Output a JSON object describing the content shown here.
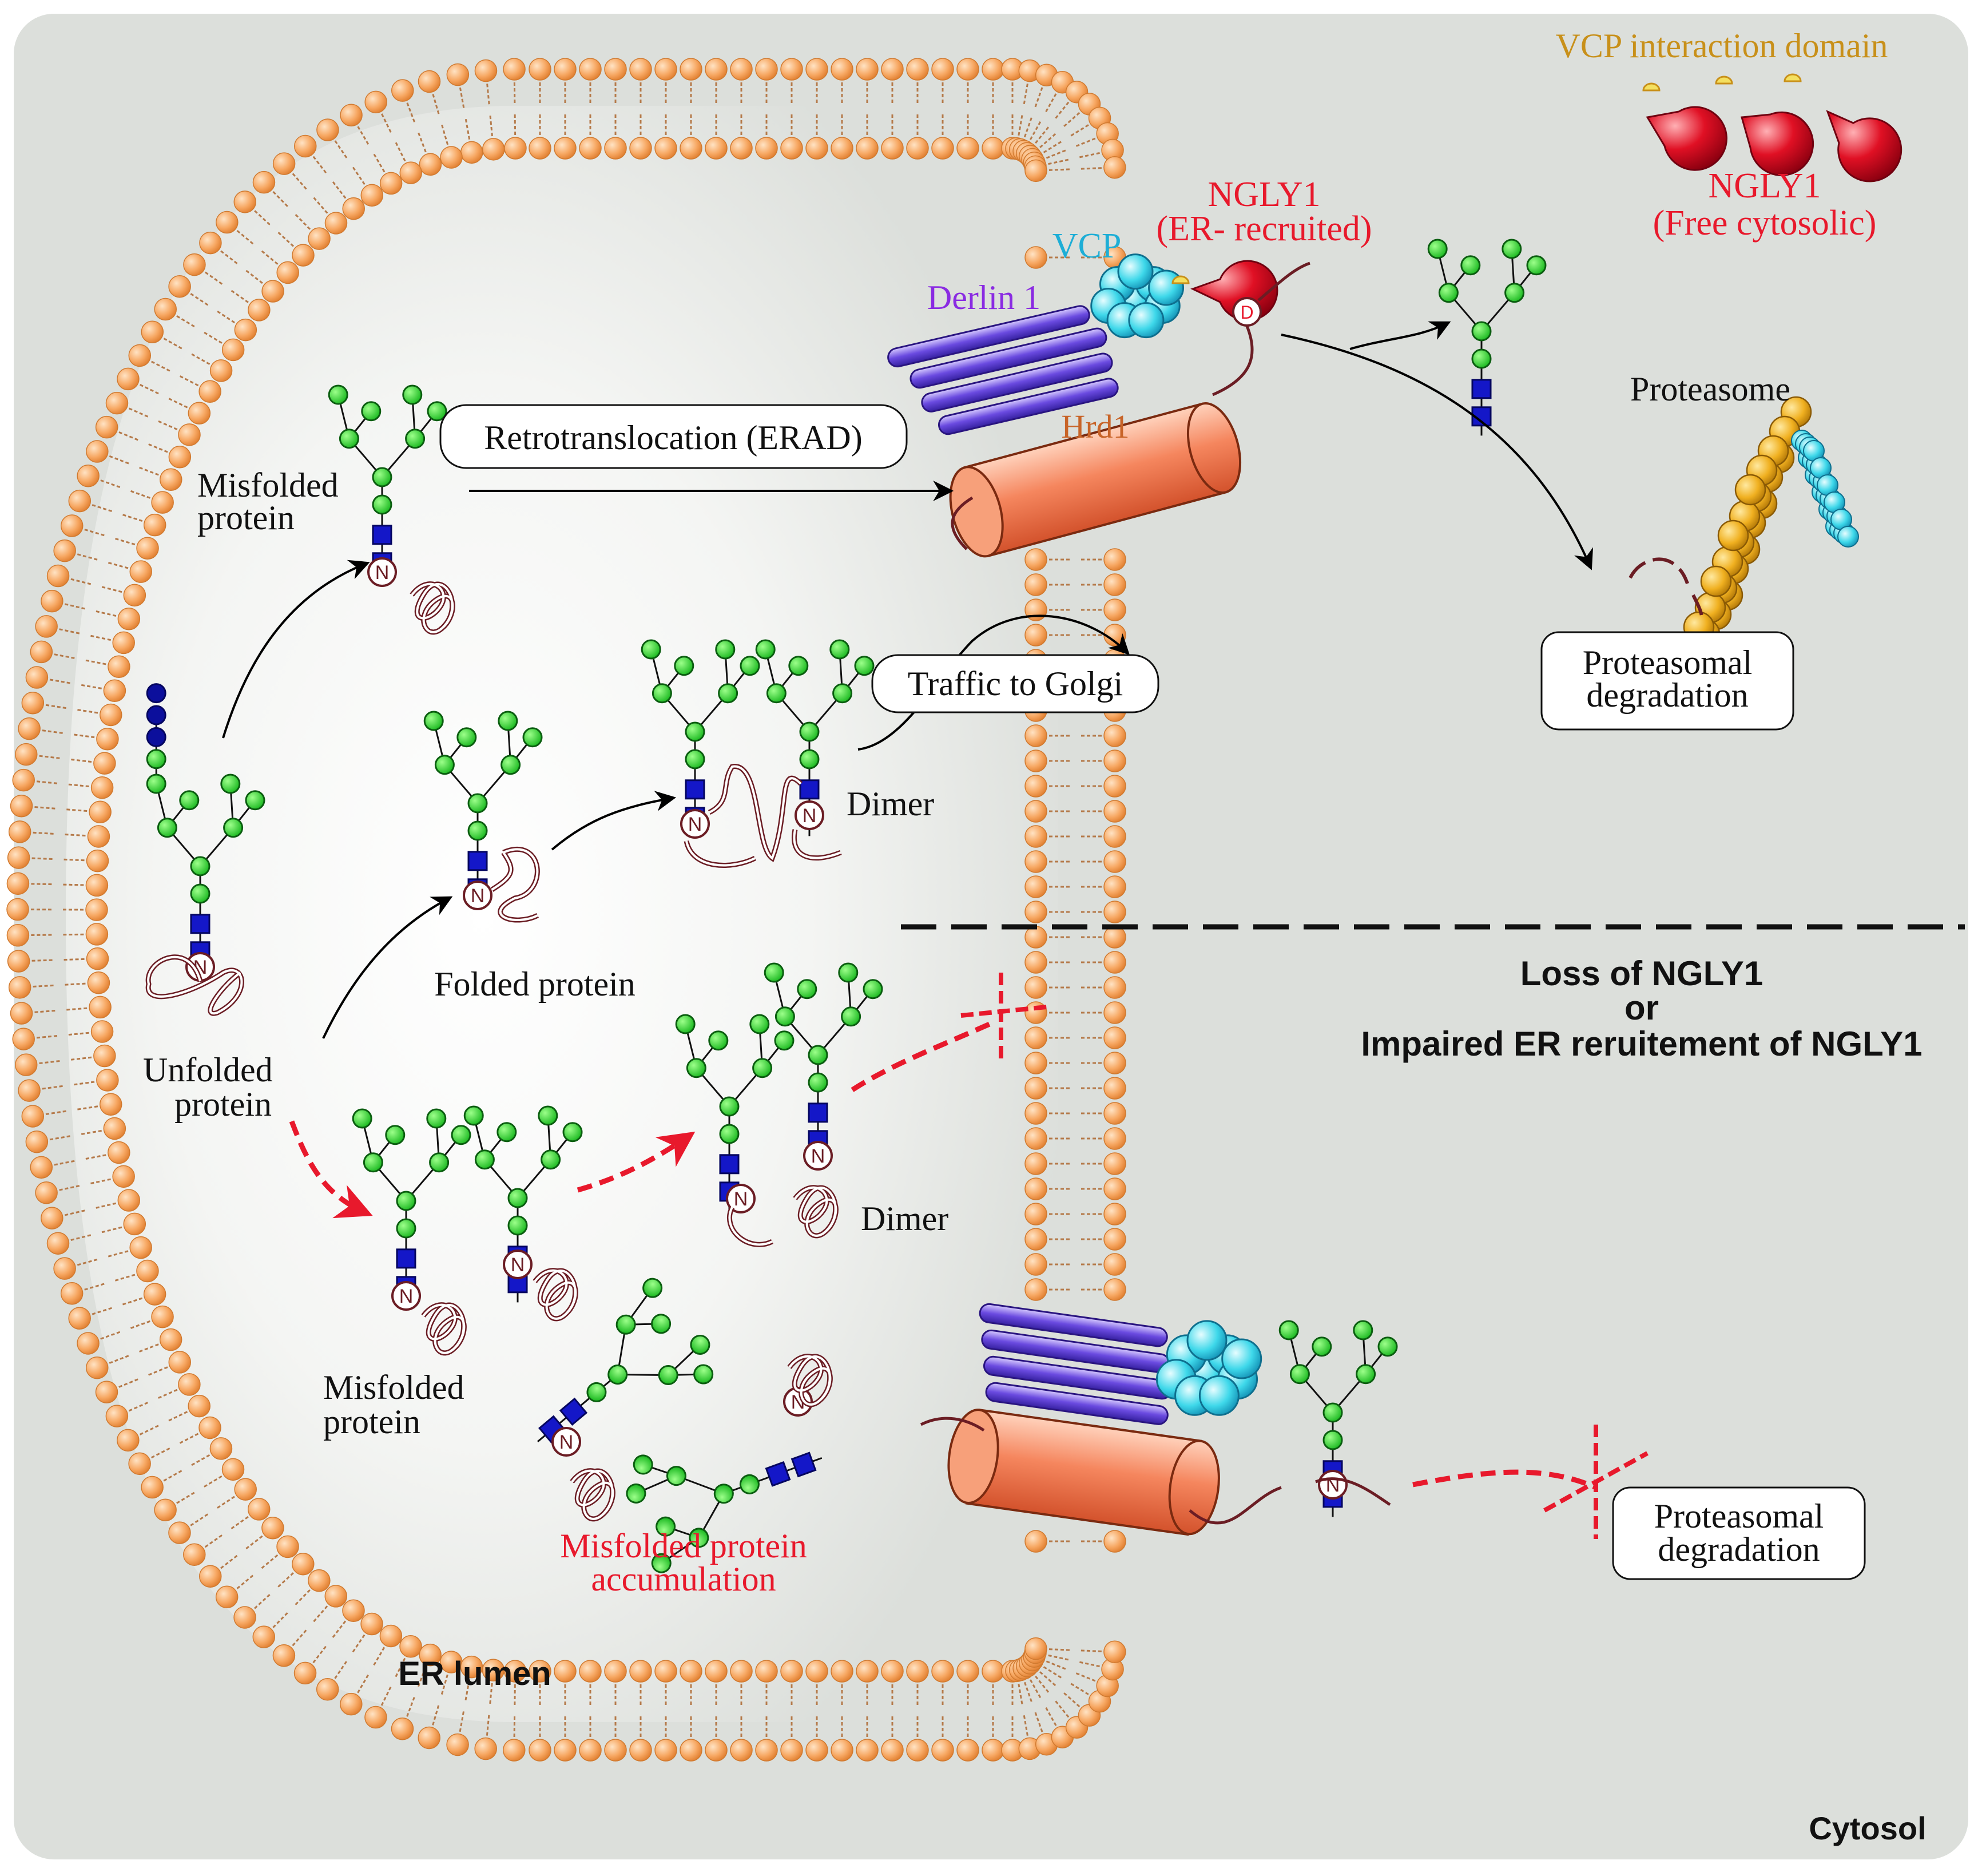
{
  "colors": {
    "background": "#dcdfdb",
    "lumen_glow": "#ffffff",
    "lipid_head": "#f7a863",
    "lipid_tail": "#c98a55",
    "glycan_green": "#22d42b",
    "glycan_blue": "#1417c8",
    "glycan_dark_blue": "#0c0f9c",
    "protein_chain": "#6b1d24",
    "hrd1_orange": "#f5865e",
    "derlin_purple": "#6a4ae0",
    "vcp_cyan": "#3ed8ea",
    "ngly1_red": "#e01024",
    "proteasome_gold": "#f0b020",
    "accent_red": "#e8192c",
    "vcp_domain_gold": "#c8901a",
    "label_purple": "#8a2be2",
    "label_cyan": "#1eaed6",
    "label_orange": "#c86428"
  },
  "labels": {
    "vcp_interaction_domain": "VCP interaction domain",
    "ngly1_free_line1": "NGLY1",
    "ngly1_free_line2": "(Free cytosolic)",
    "ngly1_er_line1": "NGLY1",
    "ngly1_er_line2": "(ER- recruited)",
    "vcp": "VCP",
    "derlin1": "Derlin 1",
    "hrd1": "Hrd1",
    "d_residue": "D",
    "n_residue": "N",
    "retrotranslocation": "Retrotranslocation (ERAD)",
    "misfolded_top_line1": "Misfolded",
    "misfolded_top_line2": "protein",
    "proteasome": "Proteasome",
    "proteasomal_degradation_1_line1": "Proteasomal",
    "proteasomal_degradation_1_line2": "degradation",
    "traffic_golgi": "Traffic to Golgi",
    "dimer_top": "Dimer",
    "folded_protein": "Folded protein",
    "unfolded_line1": "Unfolded",
    "unfolded_line2": "protein",
    "loss_line1": "Loss of NGLY1",
    "loss_line2": "or",
    "loss_line3": "Impaired ER reruitement of NGLY1",
    "dimer_bottom": "Dimer",
    "misfolded_bottom_line1": "Misfolded",
    "misfolded_bottom_line2": "protein",
    "accumulation_line1": "Misfolded protein",
    "accumulation_line2": "accumulation",
    "proteasomal_degradation_2_line1": "Proteasomal",
    "proteasomal_degradation_2_line2": "degradation",
    "er_lumen": "ER lumen",
    "cytosol": "Cytosol"
  }
}
